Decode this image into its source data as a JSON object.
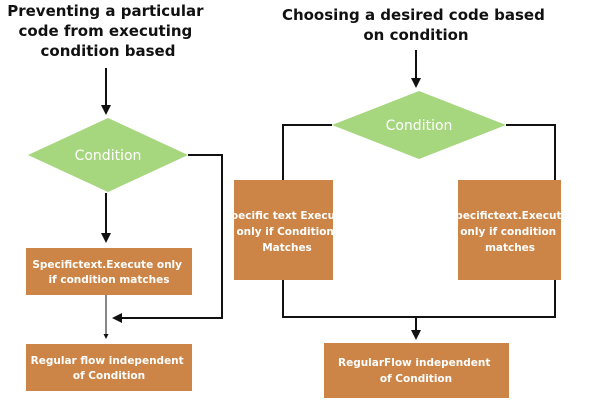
{
  "colors": {
    "diamond": "#a6d67e",
    "box": "#cc8547",
    "line": "#111111",
    "label": "#ffffff"
  },
  "left": {
    "title": [
      "Preventing a particular",
      "code from executing",
      "condition based"
    ],
    "condition": "Condition",
    "specific": [
      "Specifictext.Execute only",
      "if condition matches"
    ],
    "regular": [
      "Regular flow independent",
      "of Condition"
    ]
  },
  "right": {
    "title": [
      "Choosing a desired code based",
      "on condition"
    ],
    "condition": "Condition",
    "specific_left": [
      "Specific text Execute",
      "only if Condition",
      "Matches"
    ],
    "specific_right": [
      "Specifictext.Execute",
      "only if condition",
      "matches"
    ],
    "regular": [
      "RegularFlow independent",
      "of Condition"
    ]
  }
}
